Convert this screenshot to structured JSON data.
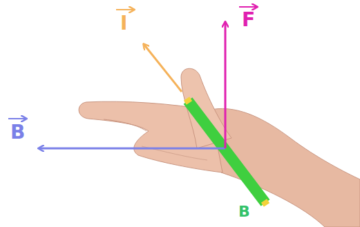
{
  "diagram": {
    "labels": [
      "I",
      "F",
      "B",
      "B"
    ]
  }
}
